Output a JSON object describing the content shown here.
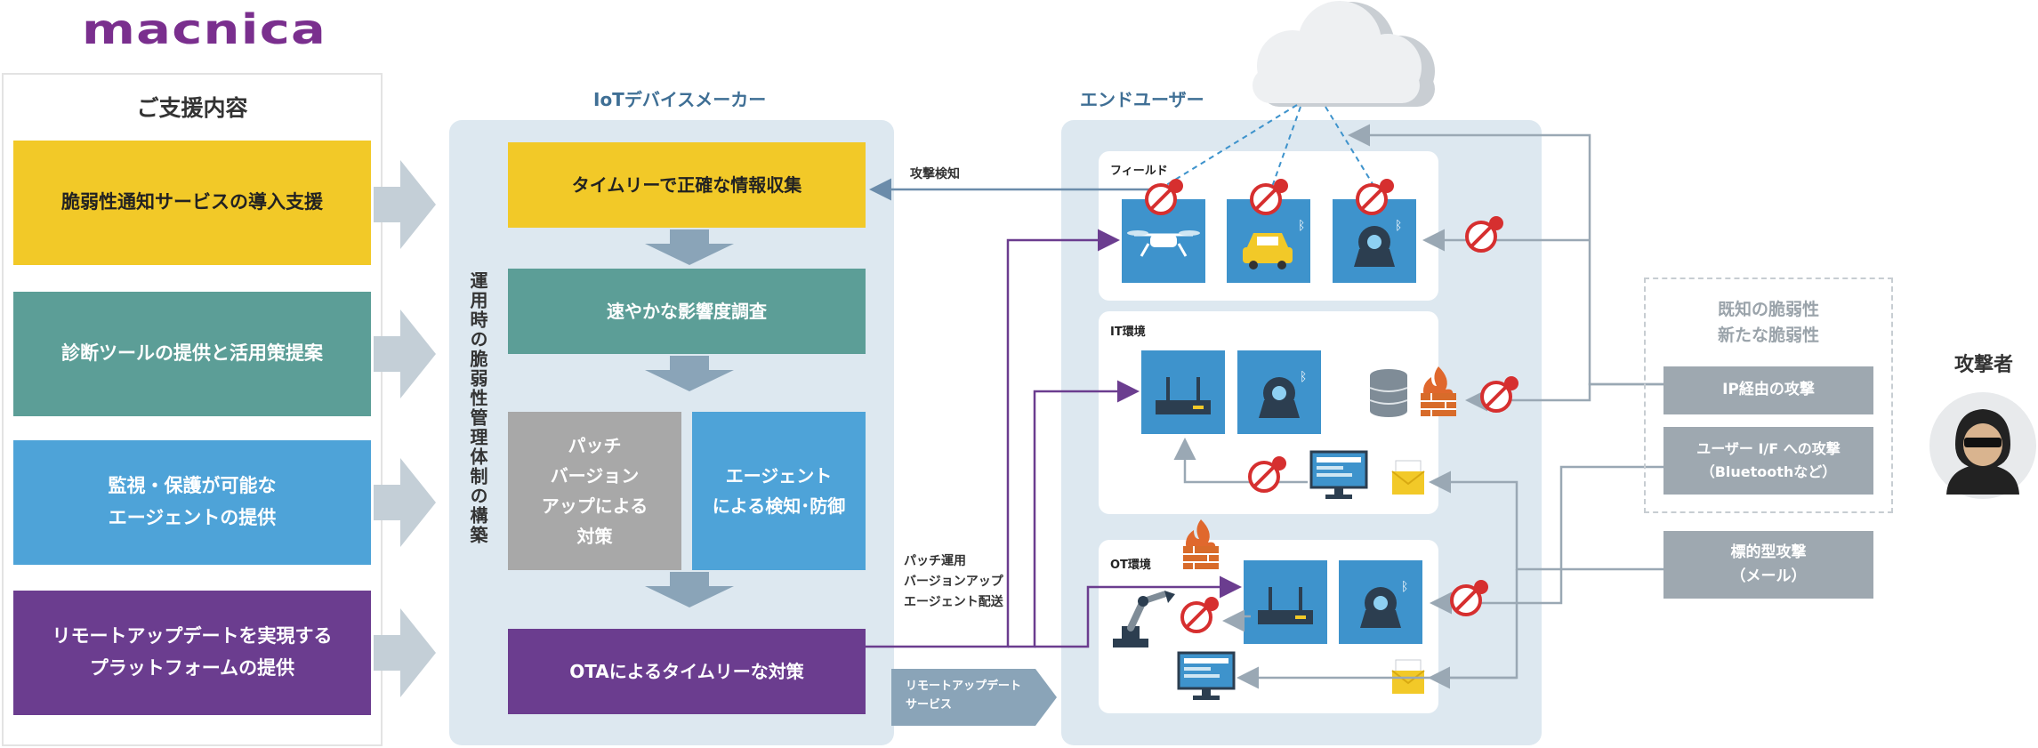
{
  "logo": "macnica",
  "support": {
    "title": "ご支援内容",
    "items": [
      {
        "label": "脆弱性通知サービスの導入支援",
        "color": "#f2c928"
      },
      {
        "label": "診断ツールの提供と活用策提案",
        "color": "#5c9e97"
      },
      {
        "label": "監視・保護が可能な\nエージェントの提供",
        "color": "#4ea3d8"
      },
      {
        "label": "リモートアップデートを実現する\nプラットフォームの提供",
        "color": "#6b3d8f"
      }
    ]
  },
  "maker": {
    "title": "IoTデバイスメーカー",
    "vertical_label": "運用時の脆弱性管理体制の構築",
    "steps": {
      "info": "タイムリーで正確な情報収集",
      "impact": "速やかな影響度調査",
      "patch": "パッチ\nバージョン\nアップによる\n対策",
      "agent": "エージェント\nによる検知･防御",
      "ota": "OTAによるタイムリーな対策"
    },
    "colors": {
      "info": "#f2c928",
      "impact": "#5c9e97",
      "patch": "#a8a8a8",
      "agent": "#4ea3d8",
      "ota": "#6b3d8f"
    }
  },
  "labels": {
    "attack_detect": "攻撃検知",
    "patch_delivery": "パッチ運用\nバージョンアップ\nエージェント配送",
    "remote_update": "リモートアップデート\nサービス"
  },
  "end_user": {
    "title": "エンドユーザー",
    "zones": {
      "field": "フィールド",
      "it": "IT環境",
      "ot": "OT環境"
    }
  },
  "attacks": {
    "known_title": "既知の脆弱性\n新たな脆弱性",
    "ip": "IP経由の攻撃",
    "ui": "ユーザー I/F への攻撃\n（Bluetoothなど）",
    "targeted": "標的型攻撃\n（メール）",
    "attacker": "攻撃者"
  },
  "icons": [
    "cloud-icon",
    "drone-icon",
    "car-icon",
    "camera-icon",
    "router-icon",
    "database-icon",
    "firewall-icon",
    "monitor-icon",
    "mail-icon",
    "robot-arm-icon",
    "prohibited-icon",
    "bluetooth-icon",
    "hacker-icon"
  ]
}
